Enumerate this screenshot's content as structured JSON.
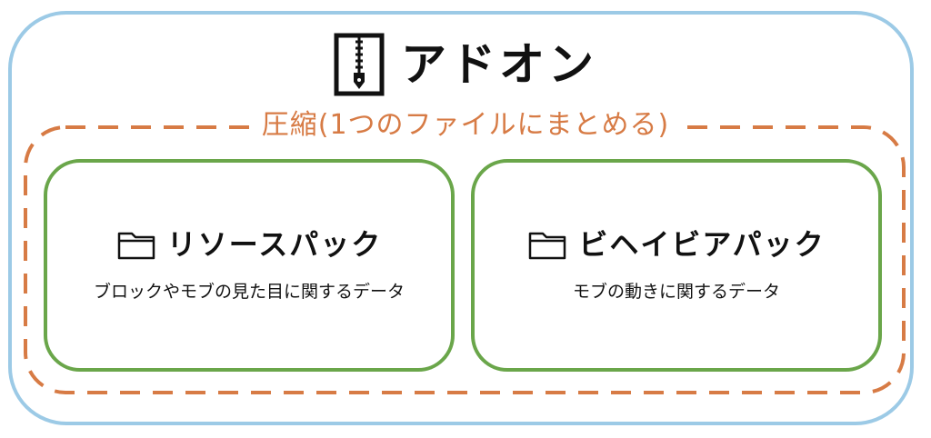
{
  "addon": {
    "title": "アドオン",
    "icon": "zip-file-icon",
    "border_color": "#9ccae6"
  },
  "compression": {
    "label": "圧縮(1つのファイルにまとめる)",
    "color": "#d77b45"
  },
  "packs": [
    {
      "title": "リソースパック",
      "description": "ブロックやモブの見た目に関するデータ",
      "icon": "folder-icon"
    },
    {
      "title": "ビヘイビアパック",
      "description": "モブの動きに関するデータ",
      "icon": "folder-icon"
    }
  ],
  "pack_border_color": "#6aa64a"
}
